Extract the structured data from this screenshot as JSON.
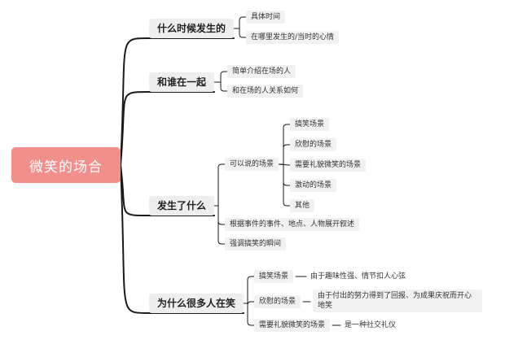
{
  "root": "微笑的场合",
  "branches": [
    {
      "label": "什么时候发生的",
      "children": [
        "具体时间",
        "在哪里发生的/当时的心情"
      ]
    },
    {
      "label": "和谁在一起",
      "children": [
        "简单介绍在场的人",
        "和在场的人关系如何"
      ]
    },
    {
      "label": "发生了什么",
      "children": [
        {
          "label": "可以说的场景",
          "children": [
            "搞笑场景",
            "欣慰的场景",
            "需要礼貌微笑的场景",
            "激动的场景",
            "其他"
          ]
        },
        "根据事件的事件、地点、人物展开叙述",
        "强调搞笑的瞬间"
      ]
    },
    {
      "label": "为什么很多人在笑",
      "children": [
        {
          "label": "搞笑场景",
          "children": [
            "由于趣味性强、情节扣人心弦"
          ]
        },
        {
          "label": "欣慰的场景",
          "children": [
            "由于付出的努力得到了回报、为成果庆祝而开心地笑"
          ]
        },
        {
          "label": "需要礼貌微笑的场景",
          "children": [
            "是一种社交礼仪"
          ]
        }
      ]
    }
  ],
  "colors": {
    "root_fill": "#f08f8b",
    "connector": "#1a1a1a"
  }
}
